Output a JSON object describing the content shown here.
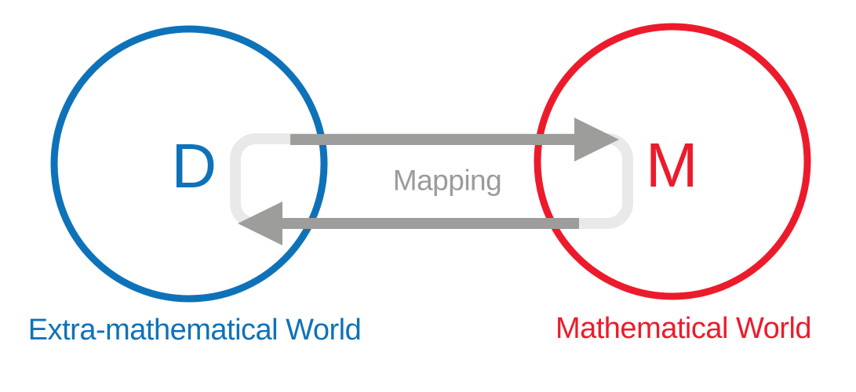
{
  "diagram": {
    "left_circle": {
      "letter": "D",
      "label": "Extra-mathematical World",
      "color": "#0e72b9"
    },
    "right_circle": {
      "letter": "M",
      "label": "Mathematical World",
      "color": "#ec1b2c"
    },
    "mapping": {
      "label": "Mapping",
      "text_color": "#9b9b9a"
    },
    "colors": {
      "arrow_gray": "#9d9d9c",
      "loop_gray": "#e9e9e9",
      "background": "#ffffff"
    }
  }
}
